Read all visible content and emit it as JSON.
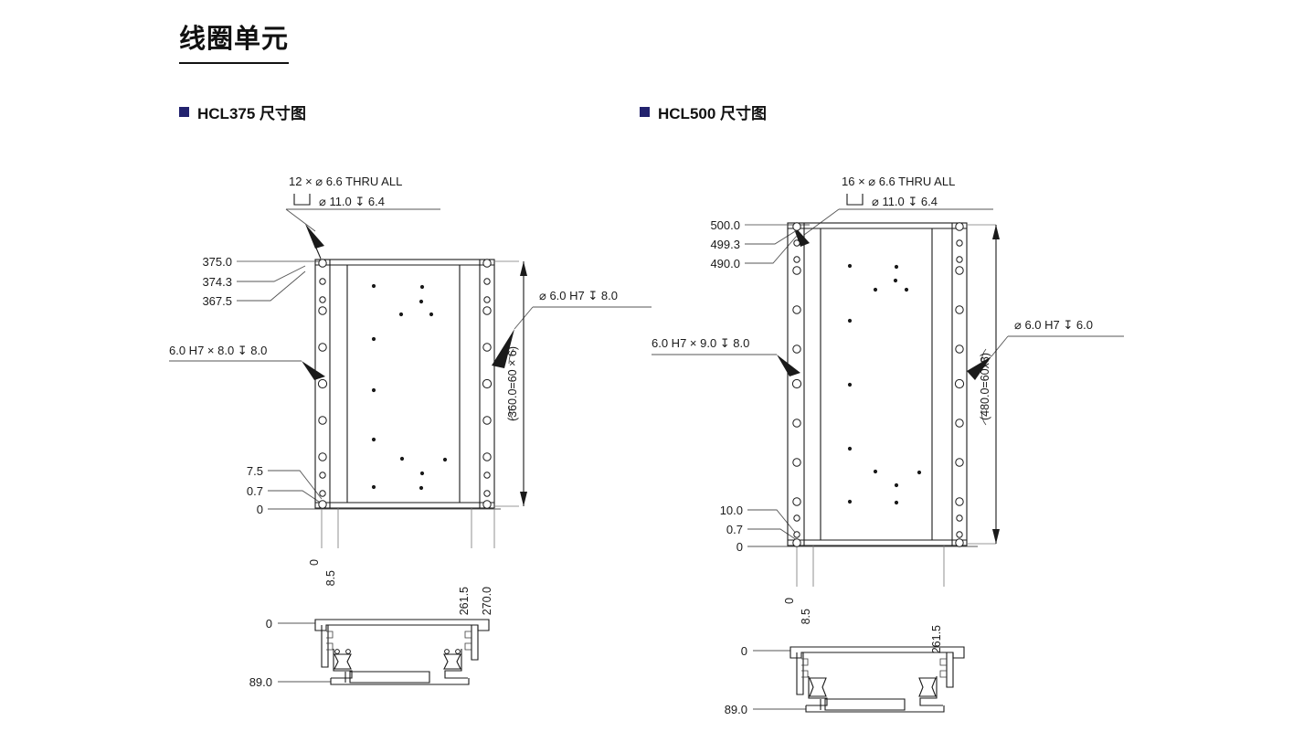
{
  "header": {
    "title": "线圈单元",
    "sections": [
      {
        "bullet_color": "#22226e",
        "label": "HCL375 尺寸图"
      },
      {
        "bullet_color": "#22226e",
        "label": "HCL500 尺寸图"
      }
    ]
  },
  "drawings": {
    "hcl375": {
      "name": "HCL375 尺寸图",
      "top_note_line1": "12 × ⌀ 6.6 THRU ALL",
      "top_note_line2": "⌀ 11.0  ↧ 6.4",
      "left_labels": [
        "375.0",
        "374.3",
        "367.5"
      ],
      "bottom_left_labels": [
        "7.5",
        "0.7",
        "0"
      ],
      "left_annotation": "6.0 H7 × 8.0   ↧ 8.0",
      "right_annotation": "⌀ 6.0 H7  ↧ 8.0",
      "vertical_dimension": "(360.0=60 × 6)",
      "bottom_axis_labels": [
        "0",
        "8.5",
        "261.5",
        "270.0"
      ],
      "side_view_labels": [
        "0",
        "89.0"
      ]
    },
    "hcl500": {
      "name": "HCL500 尺寸图",
      "top_note_line1": "16 × ⌀ 6.6 THRU ALL",
      "top_note_line2": "⌀ 11.0  ↧ 6.4",
      "left_labels": [
        "500.0",
        "499.3",
        "490.0"
      ],
      "bottom_left_labels": [
        "10.0",
        "0.7",
        "0"
      ],
      "left_annotation": "6.0 H7 × 9.0   ↧ 8.0",
      "right_annotation": "⌀ 6.0 H7  ↧ 6.0",
      "vertical_dimension": "(480.0=60x8)",
      "bottom_axis_labels": [
        "0",
        "8.5",
        "261.5"
      ],
      "side_view_labels": [
        "0",
        "89.0"
      ]
    }
  },
  "colors": {
    "accent": "#22226e",
    "line": "#1a1a1a",
    "text": "#1a1a1a",
    "background": "#ffffff"
  }
}
